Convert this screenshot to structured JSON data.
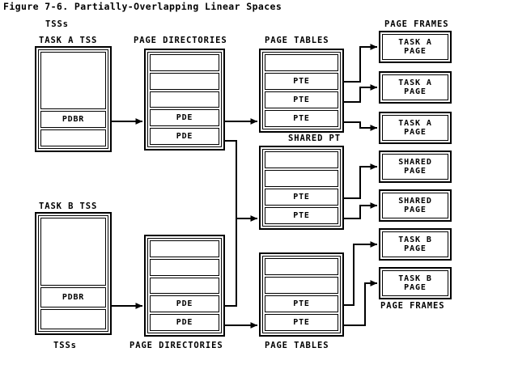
{
  "figure": {
    "title": "Figure 7-6. Partially-Overlapping Linear Spaces"
  },
  "labels": {
    "tss_top": "TSSs",
    "tss_bottom": "TSSs",
    "task_a_tss": "TASK A TSS",
    "task_b_tss": "TASK B TSS",
    "page_directories_top": "PAGE DIRECTORIES",
    "page_directories_bottom": "PAGE DIRECTORIES",
    "page_tables_top": "PAGE TABLES",
    "page_tables_bottom": "PAGE TABLES",
    "shared_pt": "SHARED PT",
    "page_frames_top": "PAGE FRAMES",
    "page_frames_bottom": "PAGE FRAMES"
  },
  "task_a_tss": {
    "cells": [
      {
        "text": ""
      },
      {
        "text": "PDBR"
      },
      {
        "text": ""
      }
    ]
  },
  "task_b_tss": {
    "cells": [
      {
        "text": ""
      },
      {
        "text": "PDBR"
      },
      {
        "text": ""
      }
    ]
  },
  "page_directory_a": {
    "cells": [
      {
        "text": ""
      },
      {
        "text": ""
      },
      {
        "text": ""
      },
      {
        "text": "PDE"
      },
      {
        "text": "PDE"
      }
    ]
  },
  "page_directory_b": {
    "cells": [
      {
        "text": ""
      },
      {
        "text": ""
      },
      {
        "text": ""
      },
      {
        "text": "PDE"
      },
      {
        "text": "PDE"
      }
    ]
  },
  "page_table_a": {
    "cells": [
      {
        "text": ""
      },
      {
        "text": "PTE"
      },
      {
        "text": "PTE"
      },
      {
        "text": "PTE"
      }
    ]
  },
  "shared_page_table": {
    "cells": [
      {
        "text": ""
      },
      {
        "text": ""
      },
      {
        "text": "PTE"
      },
      {
        "text": "PTE"
      }
    ]
  },
  "page_table_b": {
    "cells": [
      {
        "text": ""
      },
      {
        "text": ""
      },
      {
        "text": "PTE"
      },
      {
        "text": "PTE"
      }
    ]
  },
  "page_frames": [
    {
      "line1": "TASK A",
      "line2": "PAGE"
    },
    {
      "line1": "TASK A",
      "line2": "PAGE"
    },
    {
      "line1": "TASK A",
      "line2": "PAGE"
    },
    {
      "line1": "SHARED",
      "line2": "PAGE"
    },
    {
      "line1": "SHARED",
      "line2": "PAGE"
    },
    {
      "line1": "TASK B",
      "line2": "PAGE"
    },
    {
      "line1": "TASK B",
      "line2": "PAGE"
    }
  ],
  "colors": {
    "ink": "#000000",
    "paper": "#ffffff"
  }
}
